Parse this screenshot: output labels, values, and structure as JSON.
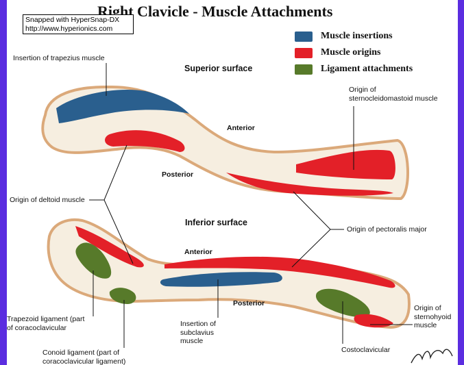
{
  "title": "Right Clavicle - Muscle Attachments",
  "snap_label": [
    "Snapped with HyperSnap-DX",
    "http://www.hyperionics.com"
  ],
  "legend": [
    {
      "label": "Muscle insertions",
      "color": "#2a5f8e"
    },
    {
      "label": "Muscle origins",
      "color": "#e32028"
    },
    {
      "label": "Ligament attachments",
      "color": "#577a2a"
    }
  ],
  "colors": {
    "bone": "#f6eee0",
    "bone_edge": "#dba97a",
    "background": "#5b2de0"
  },
  "surfaces": {
    "superior": "Superior surface",
    "inferior": "Inferior surface"
  },
  "orientation": {
    "anterior_top": "Anterior",
    "posterior_top": "Posterior",
    "anterior_bottom": "Anterior",
    "posterior_bottom": "Posterior"
  },
  "labels": {
    "trapezius": "Insertion of trapezius muscle",
    "sternocleidomastoid": [
      "Origin of",
      "sternocleidomastoid muscle"
    ],
    "deltoid": "Origin of deltoid muscle",
    "pectoralis": "Origin of pectoralis major",
    "trapezoid": [
      "Trapezoid ligament (part",
      "of coracoclavicular"
    ],
    "subclavius": [
      "Insertion of",
      "subclavius",
      "muscle"
    ],
    "conoid": [
      "Conoid ligament (part of",
      "coracoclavicular ligament)"
    ],
    "costoclavicular": "Costoclavicular",
    "sternohyoid": [
      "Origin of",
      "sternohyoid",
      "muscle"
    ]
  }
}
